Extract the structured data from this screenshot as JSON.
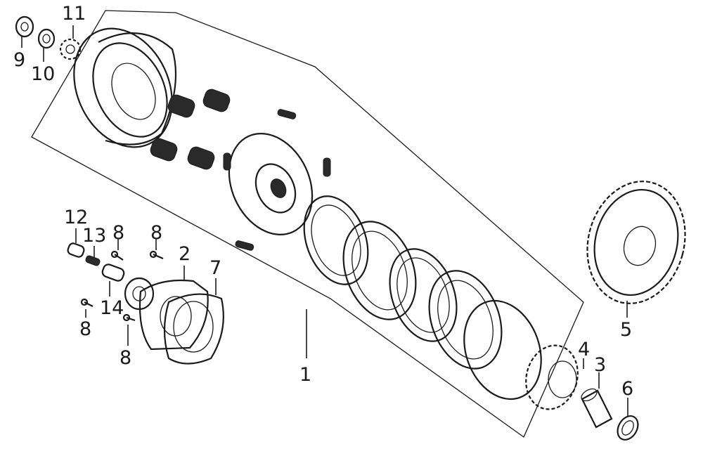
{
  "callouts": {
    "c1": "1",
    "c2": "2",
    "c3": "3",
    "c4": "4",
    "c5": "5",
    "c6": "6",
    "c7": "7",
    "c8a": "8",
    "c8b": "8",
    "c8c": "8",
    "c8d": "8",
    "c9": "9",
    "c10": "10",
    "c11": "11",
    "c12": "12",
    "c13": "13",
    "c14": "14"
  },
  "colors": {
    "line": "#1a1a1a",
    "background": "#ffffff"
  }
}
